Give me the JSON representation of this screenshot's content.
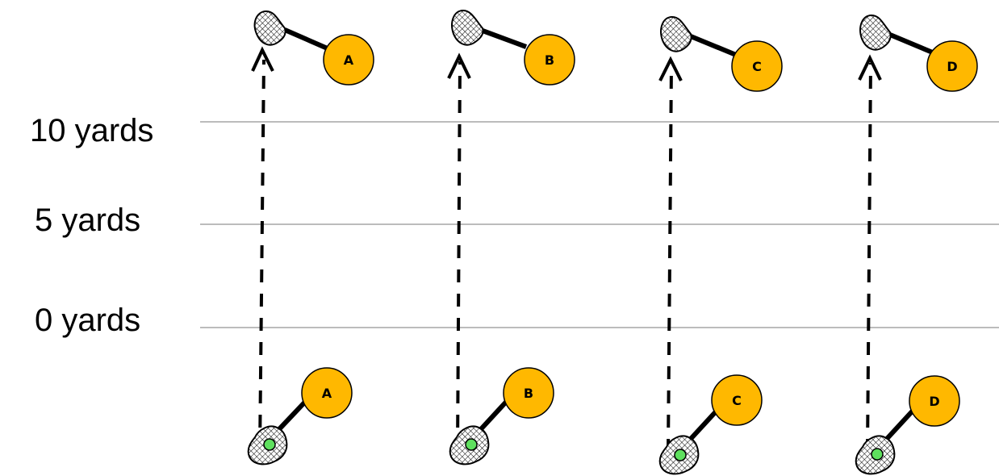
{
  "yard_lines": [
    {
      "label": "10 yards"
    },
    {
      "label": "5 yards"
    },
    {
      "label": "0 yards"
    }
  ],
  "lanes": [
    {
      "player": "A",
      "top_player_label": "A",
      "bottom_player_label": "A"
    },
    {
      "player": "B",
      "top_player_label": "B",
      "bottom_player_label": "B"
    },
    {
      "player": "C",
      "top_player_label": "C",
      "bottom_player_label": "C"
    },
    {
      "player": "D",
      "top_player_label": "D",
      "bottom_player_label": "D"
    }
  ],
  "colors": {
    "player_fill": "#FFB800",
    "player_stroke": "#000000",
    "ball": "#5EE05E",
    "yard_line": "#A6A6A6",
    "path": "#000000"
  },
  "icons": {
    "stick_head": "lacrosse-stick-head-icon",
    "ball": "lacrosse-ball-icon",
    "arrow": "arrowhead-icon"
  }
}
